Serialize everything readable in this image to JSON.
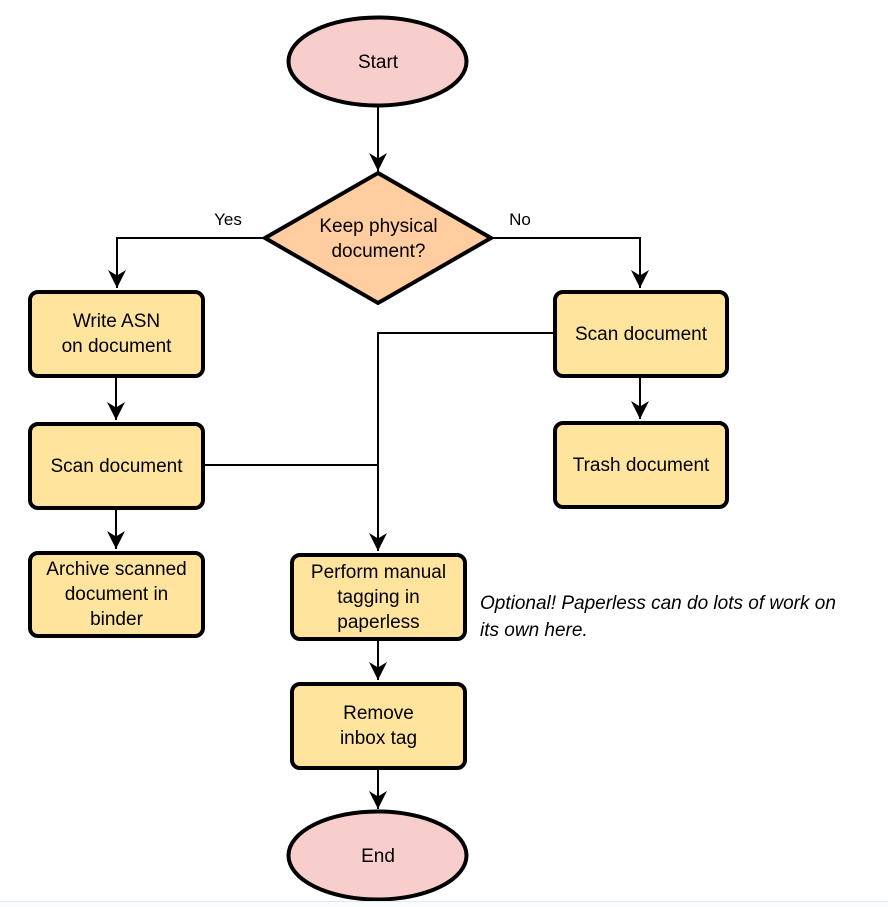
{
  "colors": {
    "terminator_fill": "#f8cecc",
    "decision_fill": "#ffcd9f",
    "process_fill": "#ffe49d",
    "stroke": "#000000",
    "text": "#000000"
  },
  "nodes": {
    "start": "Start",
    "decision": "Keep physical\ndocument?",
    "write_asn": "Write ASN\non document",
    "scan_left": "Scan document",
    "archive": "Archive scanned\ndocument in\nbinder",
    "scan_right": "Scan document",
    "trash": "Trash document",
    "tagging": "Perform manual\ntagging in\npaperless",
    "remove_inbox": "Remove\ninbox tag",
    "end": "End"
  },
  "edge_labels": {
    "yes": "Yes",
    "no": "No"
  },
  "annotation": "Optional! Paperless can do lots of work on\nits own here."
}
